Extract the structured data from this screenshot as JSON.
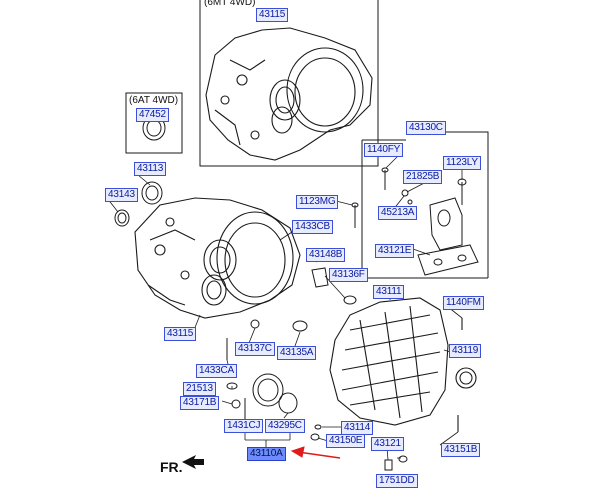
{
  "variant_6mt": "(6MT 4WD)",
  "variant_6at": "(6AT 4WD)",
  "fr_marker": "FR.",
  "parts": {
    "p43115_top": "43115",
    "p47452": "47452",
    "p43113": "43113",
    "p43143": "43143",
    "p43130C": "43130C",
    "p1140FY": "1140FY",
    "p21825B": "21825B",
    "p1123LY": "1123LY",
    "p1123MG": "1123MG",
    "p45213A": "45213A",
    "p1433CB": "1433CB",
    "p43148B": "43148B",
    "p43121E": "43121E",
    "p43136F": "43136F",
    "p43111": "43111",
    "p1140FM": "1140FM",
    "p43115_mid": "43115",
    "p43137C": "43137C",
    "p43135A": "43135A",
    "p43119": "43119",
    "p1433CA": "1433CA",
    "p21513": "21513",
    "p43171B": "43171B",
    "p1431CJ": "1431CJ",
    "p43295C": "43295C",
    "p43114": "43114",
    "p43150E": "43150E",
    "p43121": "43121",
    "p43151B": "43151B",
    "p1751DD": "1751DD",
    "p43110A": "43110A"
  }
}
